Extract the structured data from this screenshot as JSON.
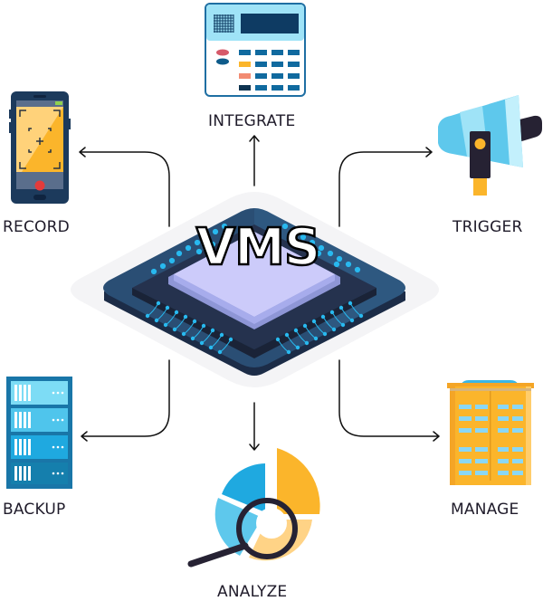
{
  "diagram": {
    "center": {
      "label": "VMS",
      "icon": "microchip-icon"
    },
    "nodes": [
      {
        "id": "integrate",
        "label": "INTEGRATE",
        "icon": "alarm-keypad-icon",
        "position": "top"
      },
      {
        "id": "record",
        "label": "RECORD",
        "icon": "smartphone-camera-icon",
        "position": "top-left"
      },
      {
        "id": "trigger",
        "label": "TRIGGER",
        "icon": "megaphone-icon",
        "position": "top-right"
      },
      {
        "id": "backup",
        "label": "BACKUP",
        "icon": "server-rack-icon",
        "position": "bottom-left"
      },
      {
        "id": "manage",
        "label": "MANAGE",
        "icon": "office-building-icon",
        "position": "bottom-right"
      },
      {
        "id": "analyze",
        "label": "ANALYZE",
        "icon": "pie-chart-magnifier-icon",
        "position": "bottom"
      }
    ],
    "edges": [
      {
        "from": "VMS",
        "to": "INTEGRATE"
      },
      {
        "from": "VMS",
        "to": "RECORD"
      },
      {
        "from": "VMS",
        "to": "TRIGGER"
      },
      {
        "from": "VMS",
        "to": "BACKUP"
      },
      {
        "from": "VMS",
        "to": "MANAGE"
      },
      {
        "from": "VMS",
        "to": "ANALYZE"
      }
    ]
  },
  "colors": {
    "chip_dark": "#1f3556",
    "chip_mid": "#2a4a6e",
    "chip_die": "#c9c9f7",
    "circuit_blue": "#1fb2e8",
    "accent_yellow": "#fbb52b",
    "light_blue": "#9fe3f7",
    "text": "#1f1b2a"
  }
}
